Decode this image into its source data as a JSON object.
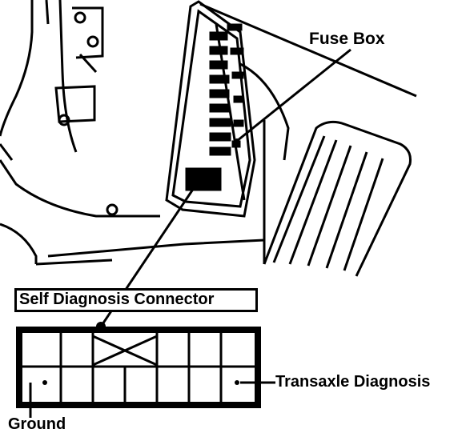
{
  "labels": {
    "fuse_box": "Fuse Box",
    "self_diagnosis_connector": "Self Diagnosis Connector",
    "transaxle_diagnosis": "Transaxle Diagnosis",
    "ground": "Ground"
  },
  "connector": {
    "rows": 2,
    "top_row_cells": 6,
    "bottom_row_cells": 7,
    "top_row_crossed_cell_index": 2,
    "dot_cells": [
      "bottom-0",
      "bottom-6"
    ]
  },
  "colors": {
    "ink": "#000000",
    "paper": "#ffffff"
  }
}
